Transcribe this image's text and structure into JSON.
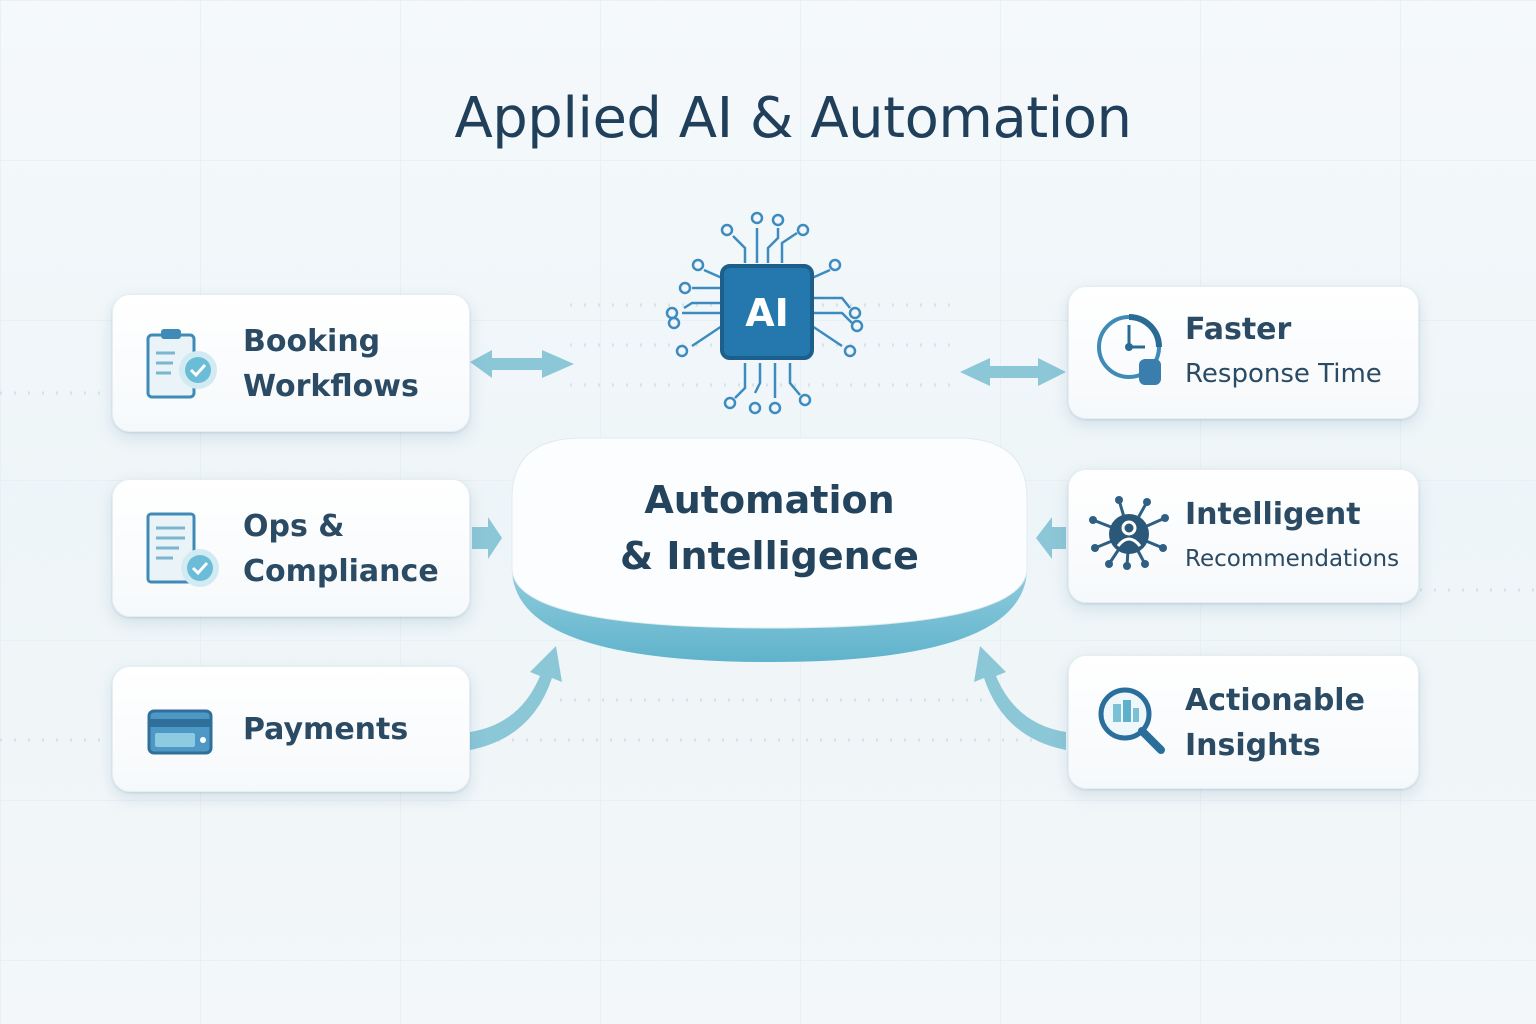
{
  "title": "Applied AI & Automation",
  "chip": {
    "label": "AI"
  },
  "center": {
    "line1": "Automation",
    "line2": "& Intelligence"
  },
  "left_cards": [
    {
      "line1": "Booking",
      "line2": "Workflows",
      "icon": "clipboard-check-icon"
    },
    {
      "line1": "Ops &",
      "line2": "Compliance",
      "icon": "document-check-icon"
    },
    {
      "line1": "Payments",
      "icon": "credit-card-icon"
    }
  ],
  "right_cards": [
    {
      "line1": "Faster",
      "line2": "Response Time",
      "icon": "clock-icon"
    },
    {
      "line1": "Intelligent",
      "line2": "Recommendations",
      "icon": "network-user-icon"
    },
    {
      "line1": "Actionable",
      "line2": "Insights",
      "icon": "magnifier-chart-icon"
    }
  ],
  "colors": {
    "accent": "#1f74a8",
    "arrow": "#8cc7d8",
    "text": "#27475f"
  }
}
